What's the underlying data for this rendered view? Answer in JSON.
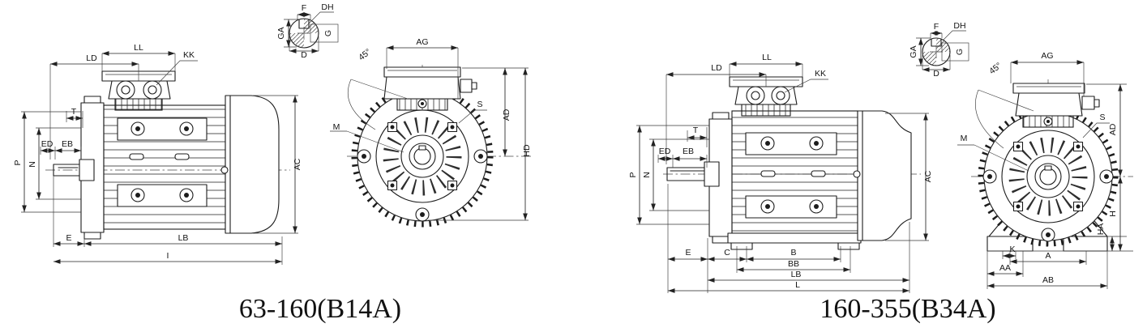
{
  "figure": {
    "background": "#ffffff",
    "line_color": "#1c1c1c",
    "drawings": [
      {
        "caption": "63-160(B14A)",
        "labels": {
          "LL": "LL",
          "LD": "LD",
          "KK": "KK",
          "T": "T",
          "ED": "ED",
          "EB": "EB",
          "P": "P",
          "N": "N",
          "E": "E",
          "LB": "LB",
          "I": "I",
          "AC": "AC",
          "AG": "AG",
          "ANGLE": "45°",
          "S": "S",
          "AD": "AD",
          "HD": "HD",
          "M": "M",
          "F": "F",
          "DH": "DH",
          "GA": "GA",
          "G": "G",
          "D": "D"
        }
      },
      {
        "caption": "160-355(B34A)",
        "labels": {
          "LL": "LL",
          "LD": "LD",
          "KK": "KK",
          "T": "T",
          "ED": "ED",
          "EB": "EB",
          "P": "P",
          "N": "N",
          "E": "E",
          "C": "C",
          "B": "B",
          "BB": "BB",
          "LB": "LB",
          "L": "L",
          "AC": "AC",
          "AG": "AG",
          "ANGLE": "45°",
          "S": "S",
          "AD": "AD",
          "H": "H",
          "HA": "HA",
          "K": "K",
          "A": "A",
          "AA": "AA",
          "AB": "AB",
          "M": "M",
          "F": "F",
          "DH": "DH",
          "GA": "GA",
          "G": "G",
          "D": "D"
        }
      }
    ]
  }
}
